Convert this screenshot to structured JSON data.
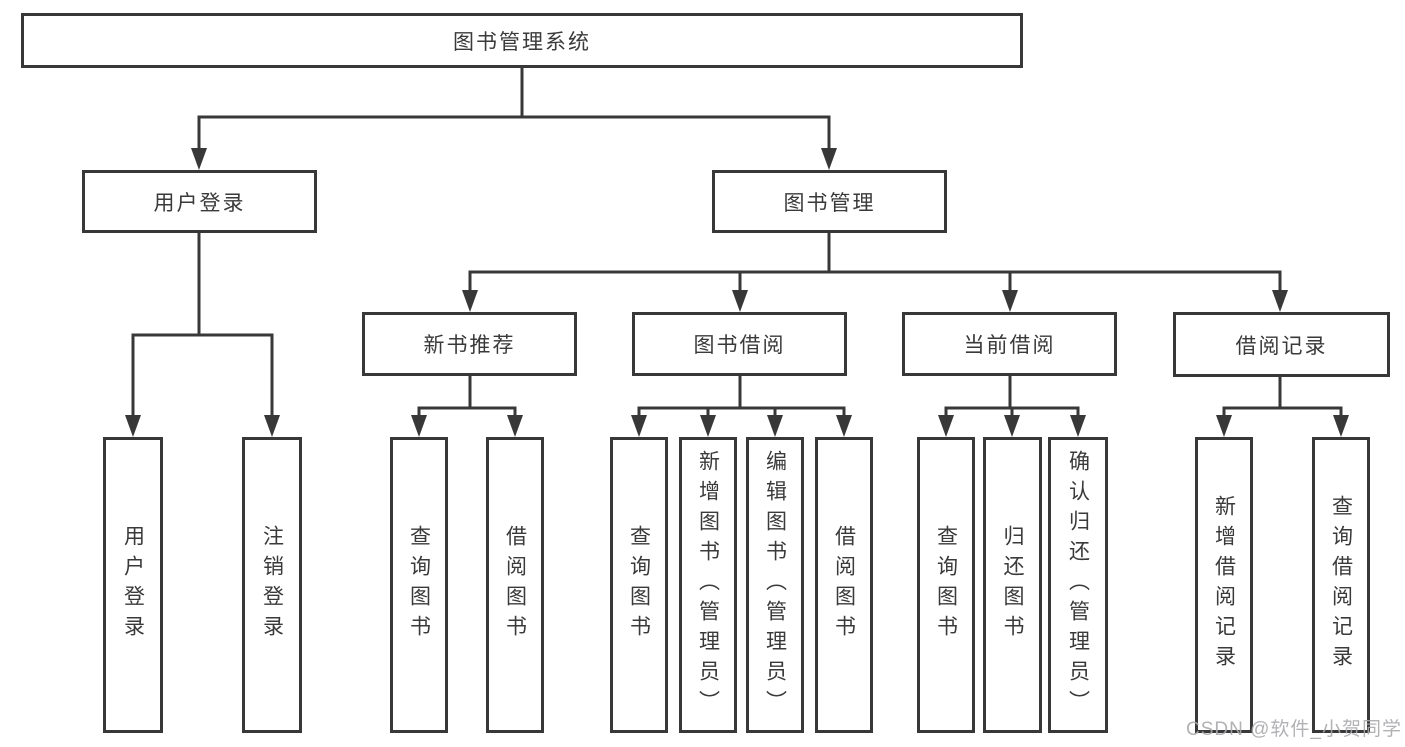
{
  "title": "图书管理系统",
  "tree": {
    "root": {
      "label": "图书管理系统"
    },
    "children": [
      {
        "label": "用户登录",
        "children": [
          {
            "label": "用户登录"
          },
          {
            "label": "注销登录"
          }
        ]
      },
      {
        "label": "图书管理",
        "children": [
          {
            "label": "新书推荐",
            "children": [
              {
                "label": "查询图书"
              },
              {
                "label": "借阅图书"
              }
            ]
          },
          {
            "label": "图书借阅",
            "children": [
              {
                "label": "查询图书"
              },
              {
                "label": "新增图书（管理员）"
              },
              {
                "label": "编辑图书（管理员）"
              },
              {
                "label": "借阅图书"
              }
            ]
          },
          {
            "label": "当前借阅",
            "children": [
              {
                "label": "查询图书"
              },
              {
                "label": "归还图书"
              },
              {
                "label": "确认归还（管理员）"
              }
            ]
          },
          {
            "label": "借阅记录",
            "children": [
              {
                "label": "新增借阅记录"
              },
              {
                "label": "查询借阅记录"
              }
            ]
          }
        ]
      }
    ]
  },
  "watermark": {
    "text": "CSDN @软件_小贺同学"
  },
  "colors": {
    "line": "#383838",
    "text": "#3a3a3a",
    "background": "#ffffff",
    "watermark": "#aaaaae"
  }
}
